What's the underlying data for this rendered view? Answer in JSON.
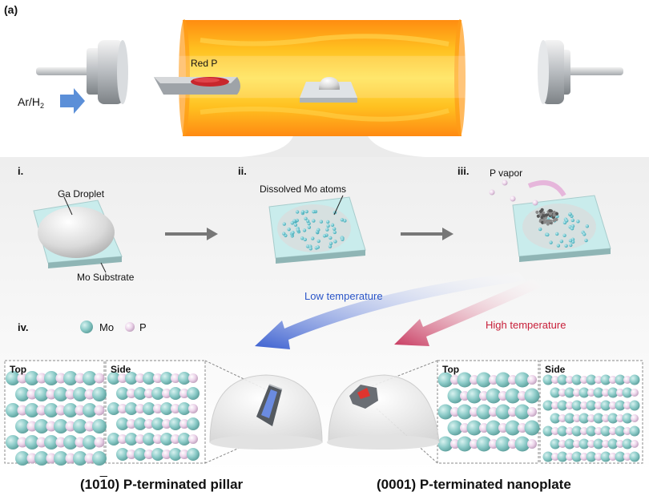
{
  "panel_label": "(a)",
  "furnace": {
    "red_p_label": "Red P",
    "gas_label_prefix": "Ar/H",
    "gas_label_subscript": "2"
  },
  "steps": {
    "i": {
      "numeral": "i.",
      "droplet_label": "Ga Droplet",
      "substrate_label": "Mo Substrate"
    },
    "ii": {
      "numeral": "ii.",
      "label": "Dissolved Mo atoms"
    },
    "iii": {
      "numeral": "iii.",
      "label": "P vapor"
    },
    "iv": {
      "numeral": "iv."
    }
  },
  "legend": {
    "mo": "Mo",
    "p": "P"
  },
  "paths": {
    "low": "Low temperature",
    "high": "High temperature"
  },
  "views": {
    "top": "Top",
    "side": "Side"
  },
  "captions": {
    "pillar_prefix": "(10",
    "pillar_bar": "1",
    "pillar_mid": "0)",
    "pillar_suffix": " P-terminated pillar",
    "nanoplate_prefix": "(0001)",
    "nanoplate_suffix": " P-terminated nanoplate"
  },
  "colors": {
    "mo": "#8ccbc8",
    "p": "#e8cde6",
    "low_arrow": "#3a5fd0",
    "high_arrow": "#c83a60",
    "furnace_hot": "#ff9a1a",
    "furnace_core": "#ffe04a"
  }
}
